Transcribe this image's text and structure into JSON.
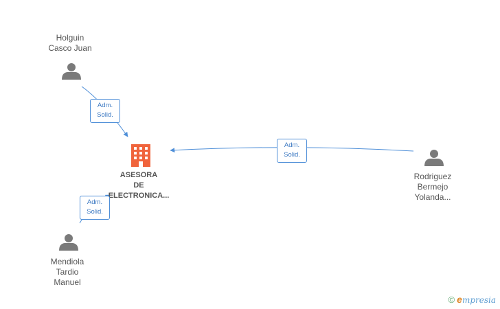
{
  "nodes": {
    "holguin": {
      "lines": [
        "Holguin",
        "Casco Juan"
      ]
    },
    "rodriguez": {
      "lines": [
        "Rodriguez",
        "Bermejo",
        "Yolanda..."
      ]
    },
    "mendiola": {
      "lines": [
        "Mendiola",
        "Tardio",
        "Manuel"
      ]
    },
    "company": {
      "lines": [
        "ASESORA",
        "DE",
        "ELECTRONICA..."
      ]
    }
  },
  "edges": {
    "holguin_company": {
      "lines": [
        "Adm.",
        "Solid."
      ]
    },
    "rodriguez_company": {
      "lines": [
        "Adm.",
        "Solid."
      ]
    },
    "mendiola_company": {
      "lines": [
        "Adm.",
        "Solid."
      ]
    }
  },
  "watermark": {
    "copyright": "©",
    "brand_initial": "e",
    "brand_rest": "mpresia"
  },
  "colors": {
    "edge": "#4f8fd8",
    "person_icon": "#7a7a7a",
    "company_icon": "#f0643c"
  },
  "icons": {
    "person": "person-icon",
    "company": "building-icon"
  }
}
